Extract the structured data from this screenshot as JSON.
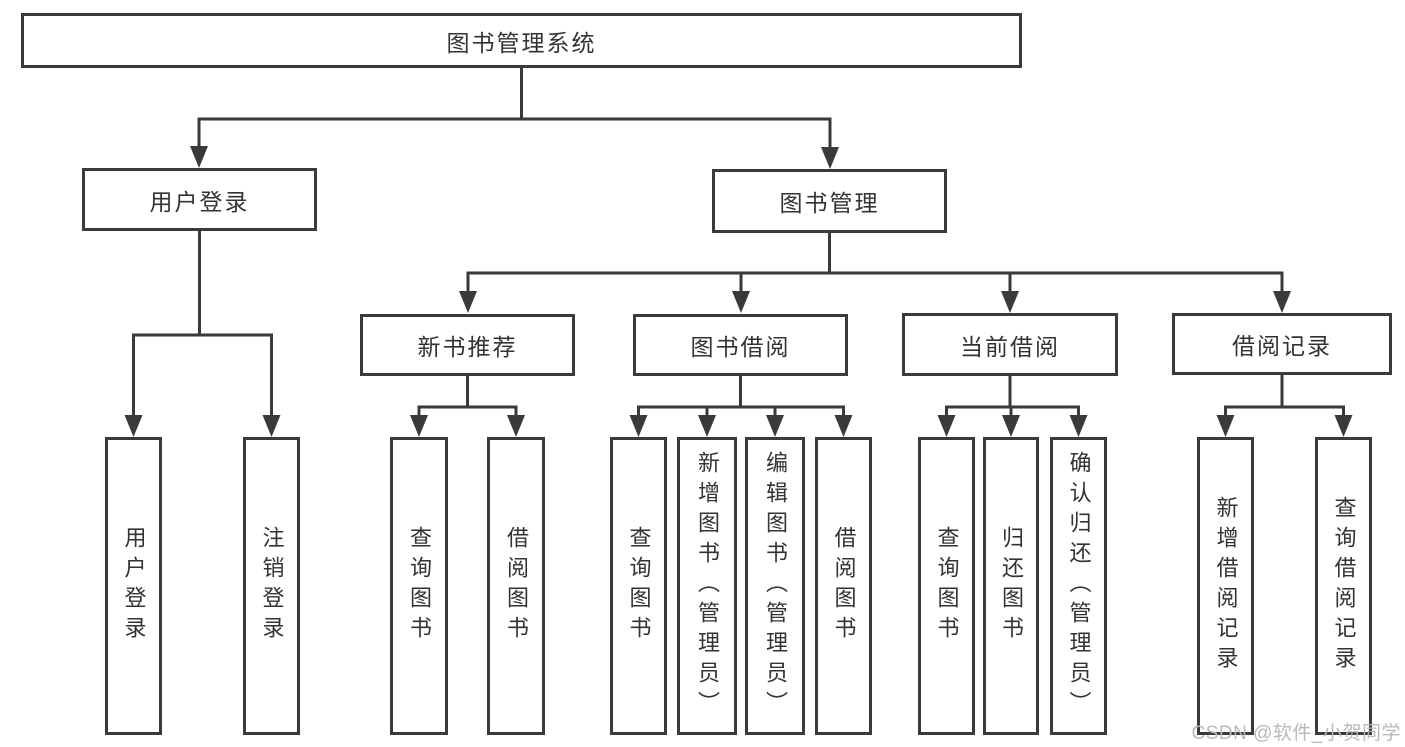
{
  "colors": {
    "line": "#3a3a3a",
    "text": "#333333",
    "background": "#ffffff",
    "watermark": "#b9b9b9"
  },
  "watermark": "CSDN @软件_小贺同学",
  "tree": {
    "root": {
      "label": "图书管理系统"
    },
    "branches": [
      {
        "label": "用户登录",
        "children": [
          "用户登录",
          "注销登录"
        ]
      },
      {
        "label": "图书管理",
        "children": [
          {
            "label": "新书推荐",
            "children": [
              "查询图书",
              "借阅图书"
            ]
          },
          {
            "label": "图书借阅",
            "children": [
              "查询图书",
              "新增图书（管理员）",
              "编辑图书（管理员）",
              "借阅图书"
            ]
          },
          {
            "label": "当前借阅",
            "children": [
              "查询图书",
              "归还图书",
              "确认归还（管理员）"
            ]
          },
          {
            "label": "借阅记录",
            "children": [
              "新增借阅记录",
              "查询借阅记录"
            ]
          }
        ]
      }
    ]
  }
}
